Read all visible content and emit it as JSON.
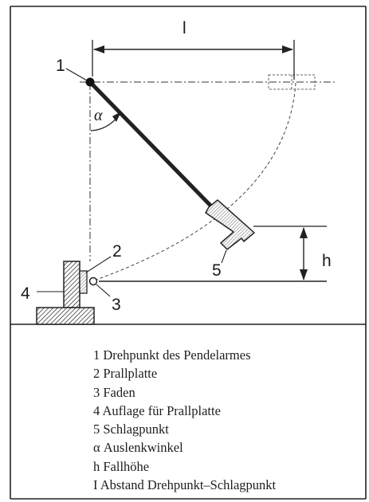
{
  "diagram": {
    "labels": {
      "pivot_number": "1",
      "plate_number": "2",
      "thread_number": "3",
      "support_number": "4",
      "impact_number": "5",
      "angle_symbol": "α",
      "height_symbol": "h",
      "distance_symbol": "l"
    }
  },
  "legend": {
    "items": [
      "1 Drehpunkt des Pendelarmes",
      "2 Prallplatte",
      "3 Faden",
      "4 Auflage für Prallplatte",
      "5 Schlagpunkt",
      "α Auslenkwinkel",
      "h Fallhöhe",
      "I Abstand Drehpunkt–Schlagpunkt"
    ]
  }
}
